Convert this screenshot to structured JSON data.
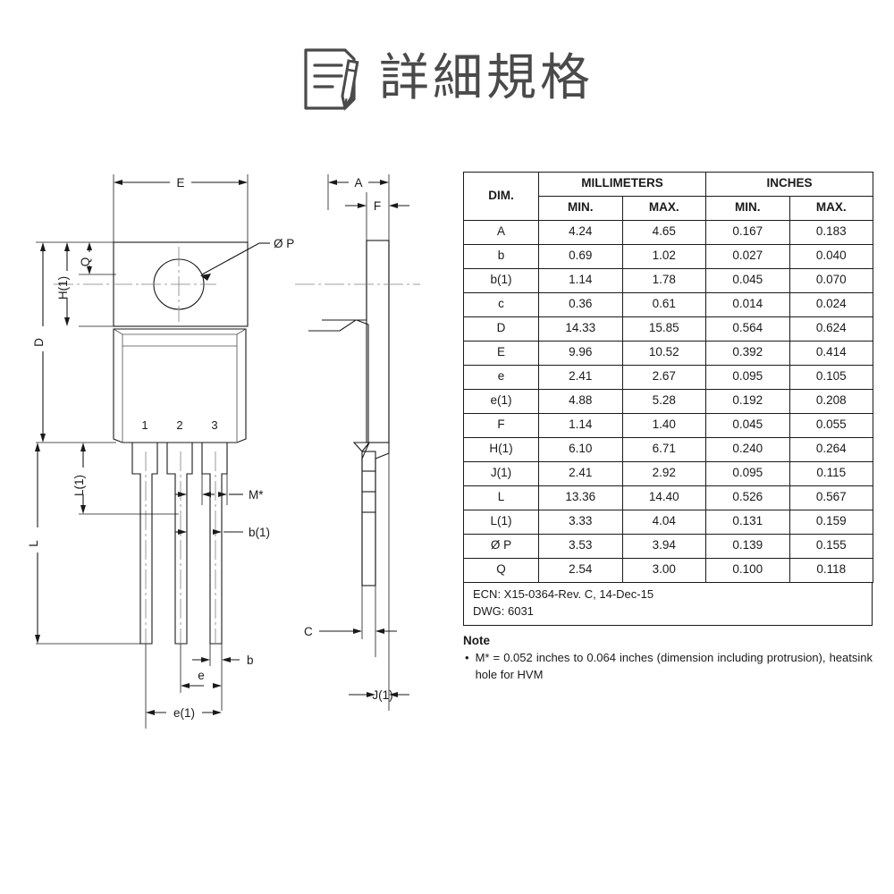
{
  "header": {
    "title": "詳細規格",
    "icon": "document-pen-icon"
  },
  "spec_table": {
    "col_dim": "DIM.",
    "group_mm": "MILLIMETERS",
    "group_in": "INCHES",
    "sub_min": "MIN.",
    "sub_max": "MAX.",
    "rows": [
      {
        "dim": "A",
        "mm_min": "4.24",
        "mm_max": "4.65",
        "in_min": "0.167",
        "in_max": "0.183"
      },
      {
        "dim": "b",
        "mm_min": "0.69",
        "mm_max": "1.02",
        "in_min": "0.027",
        "in_max": "0.040"
      },
      {
        "dim": "b(1)",
        "mm_min": "1.14",
        "mm_max": "1.78",
        "in_min": "0.045",
        "in_max": "0.070"
      },
      {
        "dim": "c",
        "mm_min": "0.36",
        "mm_max": "0.61",
        "in_min": "0.014",
        "in_max": "0.024"
      },
      {
        "dim": "D",
        "mm_min": "14.33",
        "mm_max": "15.85",
        "in_min": "0.564",
        "in_max": "0.624"
      },
      {
        "dim": "E",
        "mm_min": "9.96",
        "mm_max": "10.52",
        "in_min": "0.392",
        "in_max": "0.414"
      },
      {
        "dim": "e",
        "mm_min": "2.41",
        "mm_max": "2.67",
        "in_min": "0.095",
        "in_max": "0.105"
      },
      {
        "dim": "e(1)",
        "mm_min": "4.88",
        "mm_max": "5.28",
        "in_min": "0.192",
        "in_max": "0.208"
      },
      {
        "dim": "F",
        "mm_min": "1.14",
        "mm_max": "1.40",
        "in_min": "0.045",
        "in_max": "0.055"
      },
      {
        "dim": "H(1)",
        "mm_min": "6.10",
        "mm_max": "6.71",
        "in_min": "0.240",
        "in_max": "0.264"
      },
      {
        "dim": "J(1)",
        "mm_min": "2.41",
        "mm_max": "2.92",
        "in_min": "0.095",
        "in_max": "0.115"
      },
      {
        "dim": "L",
        "mm_min": "13.36",
        "mm_max": "14.40",
        "in_min": "0.526",
        "in_max": "0.567"
      },
      {
        "dim": "L(1)",
        "mm_min": "3.33",
        "mm_max": "4.04",
        "in_min": "0.131",
        "in_max": "0.159"
      },
      {
        "dim": "Ø P",
        "mm_min": "3.53",
        "mm_max": "3.94",
        "in_min": "0.139",
        "in_max": "0.155"
      },
      {
        "dim": "Q",
        "mm_min": "2.54",
        "mm_max": "3.00",
        "in_min": "0.100",
        "in_max": "0.118"
      }
    ],
    "ecn": "ECN: X15-0364-Rev. C, 14-Dec-15",
    "dwg": "DWG: 6031"
  },
  "note": {
    "heading": "Note",
    "bullet": "•",
    "text": "M* = 0.052 inches to 0.064 inches (dimension including protrusion), heatsink hole for HVM"
  },
  "drawing": {
    "front_view": {
      "labels": {
        "E": "E",
        "D": "D",
        "H1": "H(1)",
        "Q": "Q",
        "L": "L",
        "L1": "L(1)",
        "diameter_p": "Ø P",
        "M_star": "M*",
        "b1": "b(1)",
        "b": "b",
        "e": "e",
        "e1": "e(1)"
      },
      "pin_numbers": [
        "1",
        "2",
        "3"
      ]
    },
    "side_view": {
      "labels": {
        "A": "A",
        "F": "F",
        "C": "C",
        "J1": "J(1)"
      }
    }
  },
  "colors": {
    "line": "#1a1a1a",
    "thin_line": "#4d4d4d",
    "center_line": "#808080",
    "title": "#4a4a4a",
    "background": "#ffffff"
  }
}
